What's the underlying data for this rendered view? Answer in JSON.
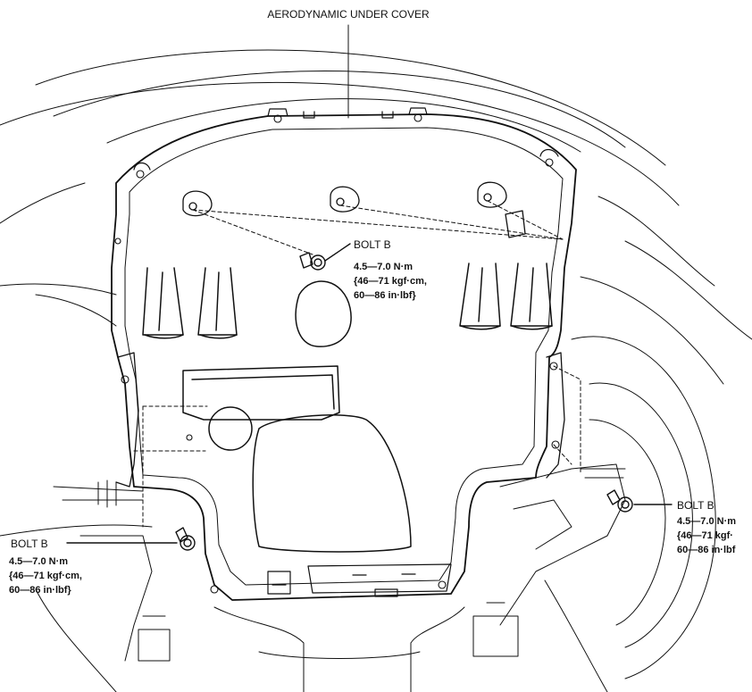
{
  "diagram": {
    "title": "AERODYNAMIC UNDER COVER",
    "callouts": [
      {
        "id": "center",
        "bolt": "BOLT B",
        "torque": "4.5—7.0 N·m",
        "kgf": "{46—71 kgf·cm,",
        "inlbf": "60—86 in·lbf}"
      },
      {
        "id": "left",
        "bolt": "BOLT B",
        "torque": "4.5—7.0 N·m",
        "kgf": "{46—71 kgf·cm,",
        "inlbf": "60—86 in·lbf}"
      },
      {
        "id": "right",
        "bolt": "BOLT B",
        "torque": "4.5—7.0 N·m",
        "kgf": "{46—71 kgf·",
        "inlbf": "60—86 in·lbf"
      }
    ]
  }
}
